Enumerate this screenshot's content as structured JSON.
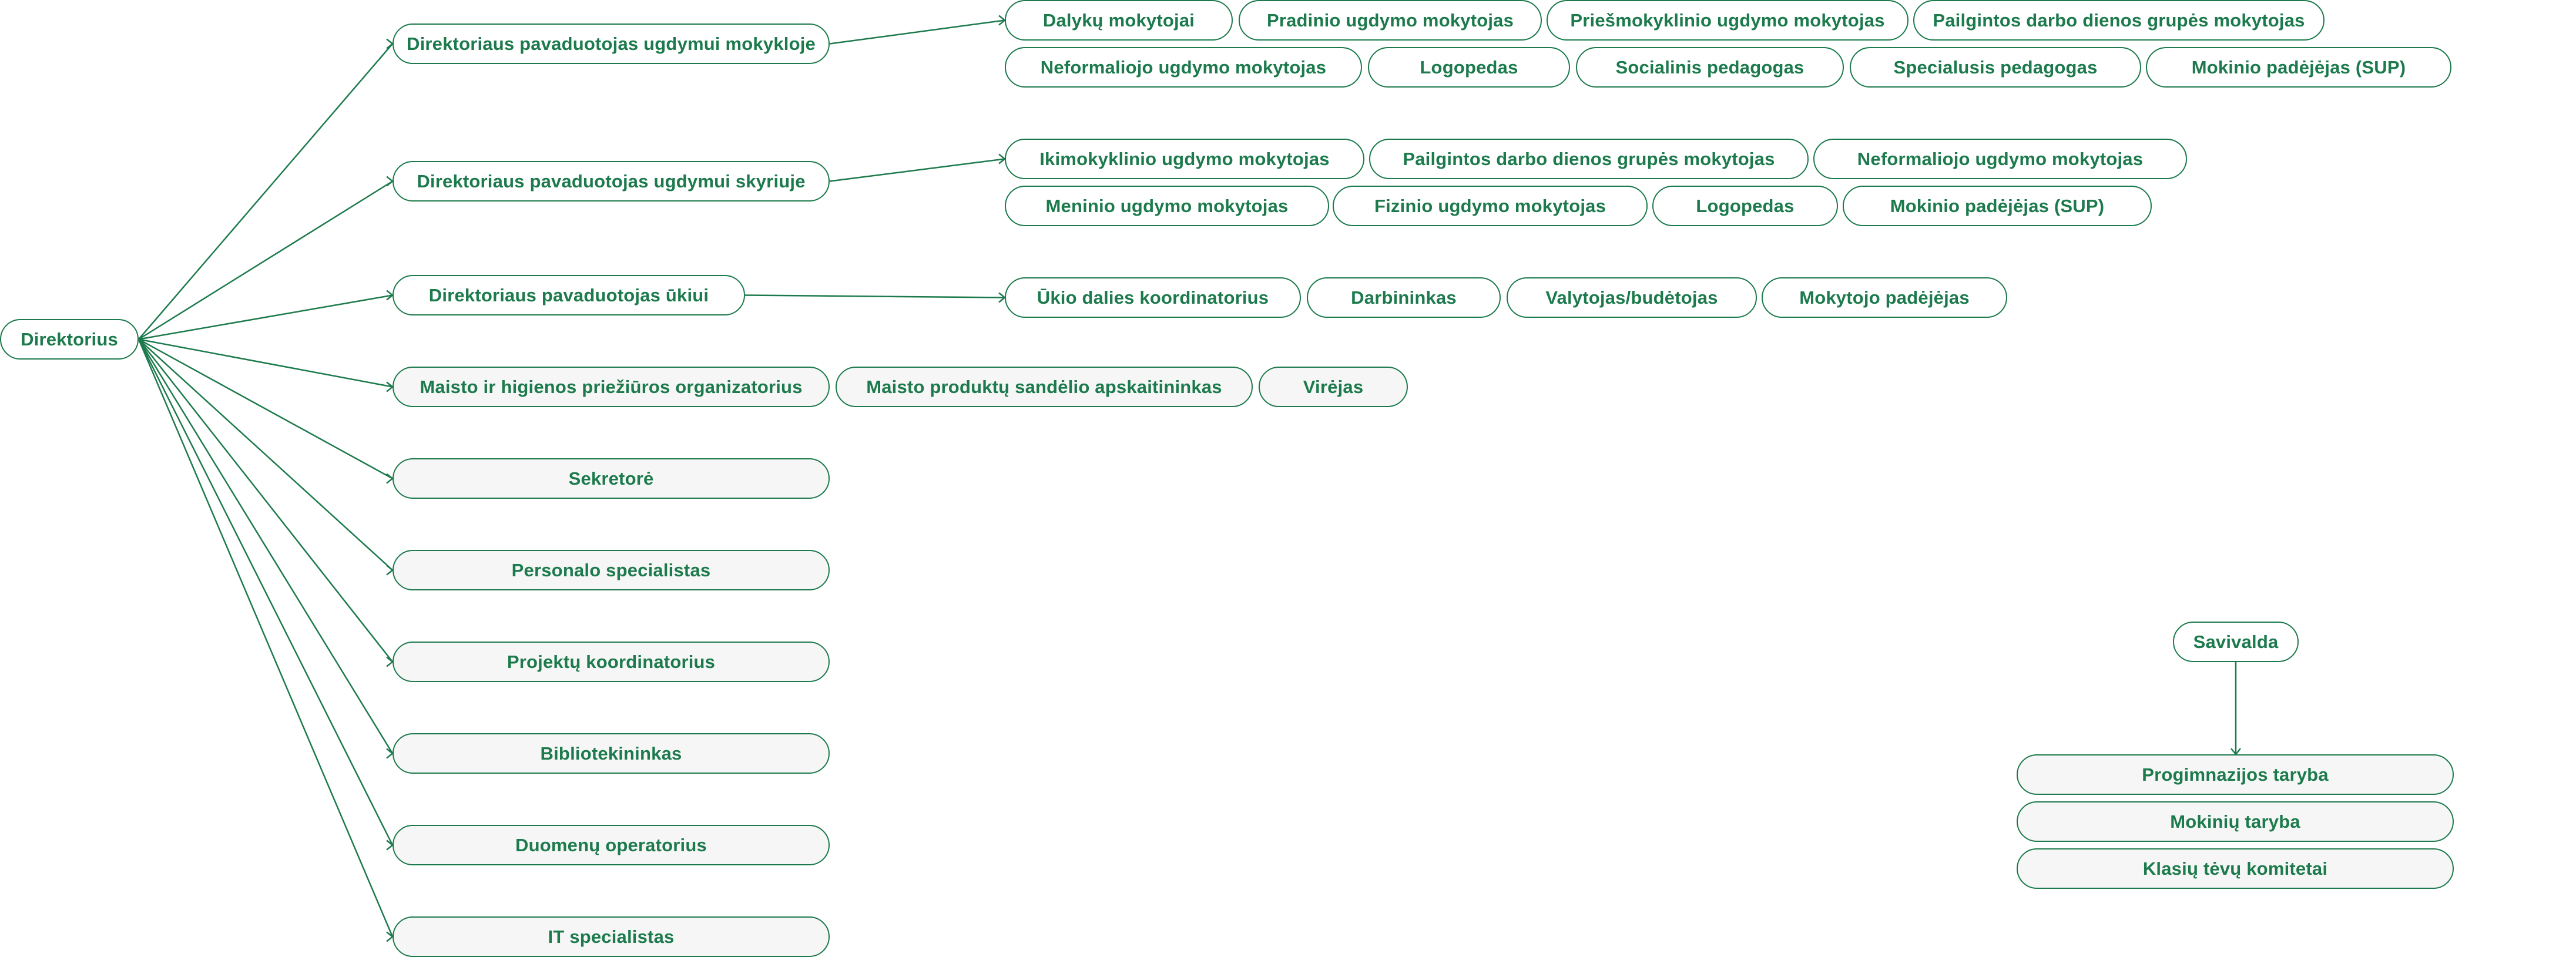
{
  "colors": {
    "accent": "#1c7a4c",
    "node_fill": "#f6f6f6",
    "background": "#ffffff"
  },
  "root": "Direktorius",
  "branches": [
    {
      "label": "Direktoriaus pavaduotojas ugdymui mokykloje",
      "rows": [
        [
          "Dalykų mokytojai",
          "Pradinio ugdymo mokytojas",
          "Priešmokyklinio ugdymo mokytojas",
          "Pailgintos darbo dienos grupės mokytojas"
        ],
        [
          "Neformaliojo ugdymo mokytojas",
          "Logopedas",
          "Socialinis pedagogas",
          "Specialusis pedagogas",
          "Mokinio padėjėjas (SUP)"
        ]
      ]
    },
    {
      "label": "Direktoriaus pavaduotojas ugdymui skyriuje",
      "rows": [
        [
          "Ikimokyklinio ugdymo mokytojas",
          "Pailgintos darbo dienos grupės mokytojas",
          "Neformaliojo ugdymo mokytojas"
        ],
        [
          "Meninio ugdymo mokytojas",
          "Fizinio ugdymo mokytojas",
          "Logopedas",
          "Mokinio padėjėjas (SUP)"
        ]
      ]
    },
    {
      "label": "Direktoriaus pavaduotojas ūkiui",
      "rows": [
        [
          "Ūkio dalies koordinatorius",
          "Darbininkas",
          "Valytojas/budėtojas",
          "Mokytojo padėjėjas"
        ]
      ]
    },
    {
      "label": "Maisto ir higienos priežiūros organizatorius",
      "inline": [
        "Maisto produktų sandėlio apskaitininkas",
        "Virėjas"
      ]
    },
    {
      "label": "Sekretorė"
    },
    {
      "label": "Personalo specialistas"
    },
    {
      "label": "Projektų koordinatorius"
    },
    {
      "label": "Bibliotekininkas"
    },
    {
      "label": "Duomenų operatorius"
    },
    {
      "label": "IT specialistas"
    }
  ],
  "self_government": {
    "label": "Savivalda",
    "children": [
      "Progimnazijos taryba",
      "Mokinių taryba",
      "Klasių tėvų komitetai"
    ]
  }
}
